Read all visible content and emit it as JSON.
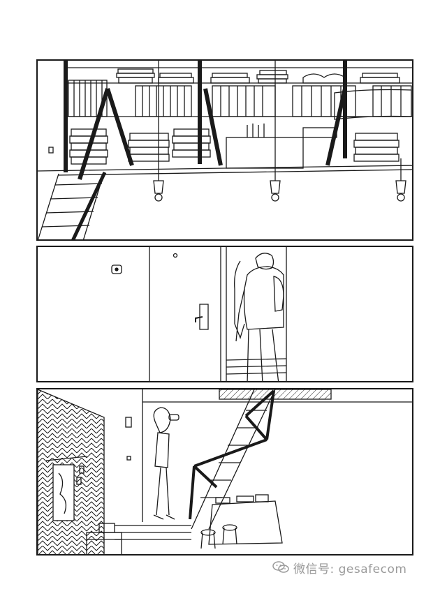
{
  "comic": {
    "panels": [
      {
        "id": "panel-1",
        "scene": "loft"
      },
      {
        "id": "panel-2",
        "scene": "door"
      },
      {
        "id": "panel-3",
        "scene": "stairs"
      }
    ]
  },
  "watermark": {
    "text": "微信号: gesafecom",
    "icon": "wechat-icon",
    "color": "#9a9a9a"
  },
  "colors": {
    "ink": "#1a1a1a",
    "paper": "#ffffff"
  }
}
